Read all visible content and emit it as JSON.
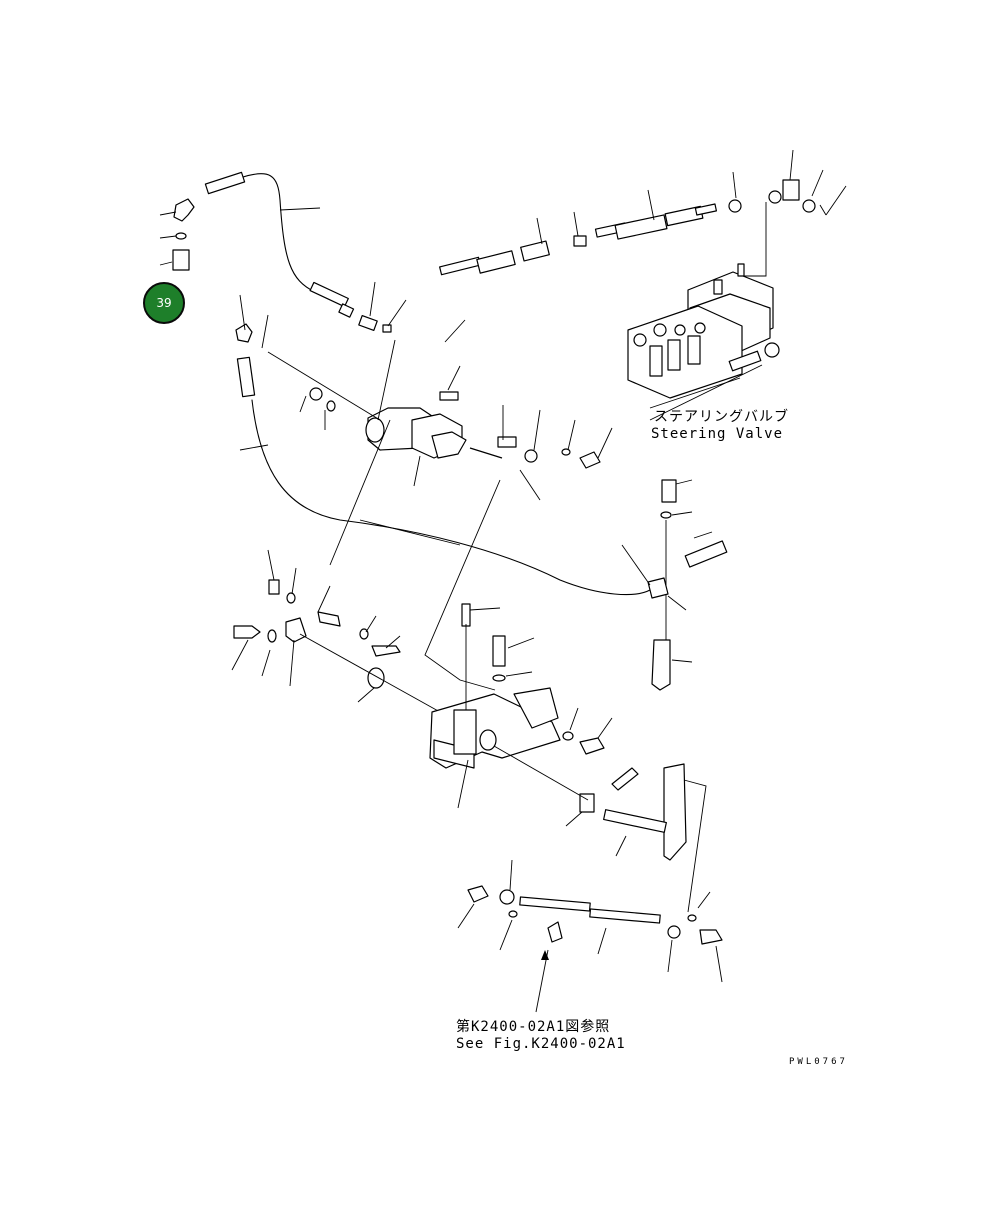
{
  "badge": {
    "number": "39",
    "color": "#1e7f2a"
  },
  "labels": {
    "steering_valve_jp": "ステアリングバルブ",
    "steering_valve_en": "Steering Valve",
    "see_fig_jp": "第K2400-02A1図参照",
    "see_fig_en": "See Fig.K2400-02A1",
    "drawing_code": "PWL0767"
  },
  "line_color": "#000000",
  "background": "#ffffff"
}
